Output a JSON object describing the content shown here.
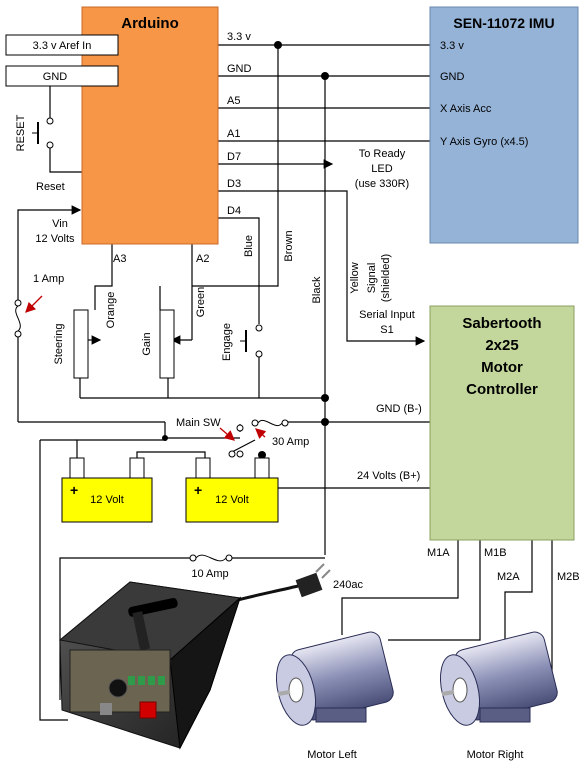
{
  "arduino": {
    "title": "Arduino",
    "left_boxes": [
      "3.3 v Aref In",
      "GND"
    ],
    "pins_right": [
      "3.3 v",
      "GND",
      "A5",
      "A1",
      "D7",
      "D3",
      "D4"
    ],
    "pins_bottom": [
      "A3",
      "A2"
    ],
    "vin": [
      "Vin",
      "12 Volts"
    ],
    "reset_button": "RESET",
    "reset_label": "Reset"
  },
  "imu": {
    "title": "SEN-11072 IMU",
    "pins": [
      "3.3 v",
      "GND",
      "X Axis Acc",
      "Y  Axis Gyro (x4.5)"
    ]
  },
  "sabertooth": {
    "title": [
      "Sabertooth",
      "2x25",
      "Motor",
      "Controller"
    ],
    "outputs": [
      "M1A",
      "M1B",
      "M2A",
      "M2B"
    ]
  },
  "labels": {
    "led": [
      "To Ready",
      "LED",
      "(use 330R)"
    ],
    "brown": "Brown",
    "blue": "Blue",
    "black": "Black",
    "yellow": "Yellow",
    "signal": [
      "Signal",
      "(shielded)"
    ],
    "serial": [
      "Serial Input",
      "S1"
    ],
    "orange": "Orange",
    "green": "Green",
    "steering": "Steering",
    "gain": "Gain",
    "engage": "Engage",
    "fuse_1": "1 Amp",
    "main_sw": "Main SW",
    "fuse_30": "30 Amp",
    "gnd_b": "GND (B-)",
    "v24": "24 Volts (B+)",
    "fuse_10": "10 Amp",
    "ac": "240ac"
  },
  "batteries": [
    {
      "plus": "+",
      "label": "12 Volt"
    },
    {
      "plus": "+",
      "label": "12 Volt"
    }
  ],
  "motors": [
    "Motor Left",
    "Motor Right"
  ],
  "colors": {
    "arduino": "#f79646",
    "imu": "#95b3d7",
    "sabertooth": "#c3d69b",
    "battery": "#ffff00",
    "fuse_arrow": "#c00000"
  }
}
